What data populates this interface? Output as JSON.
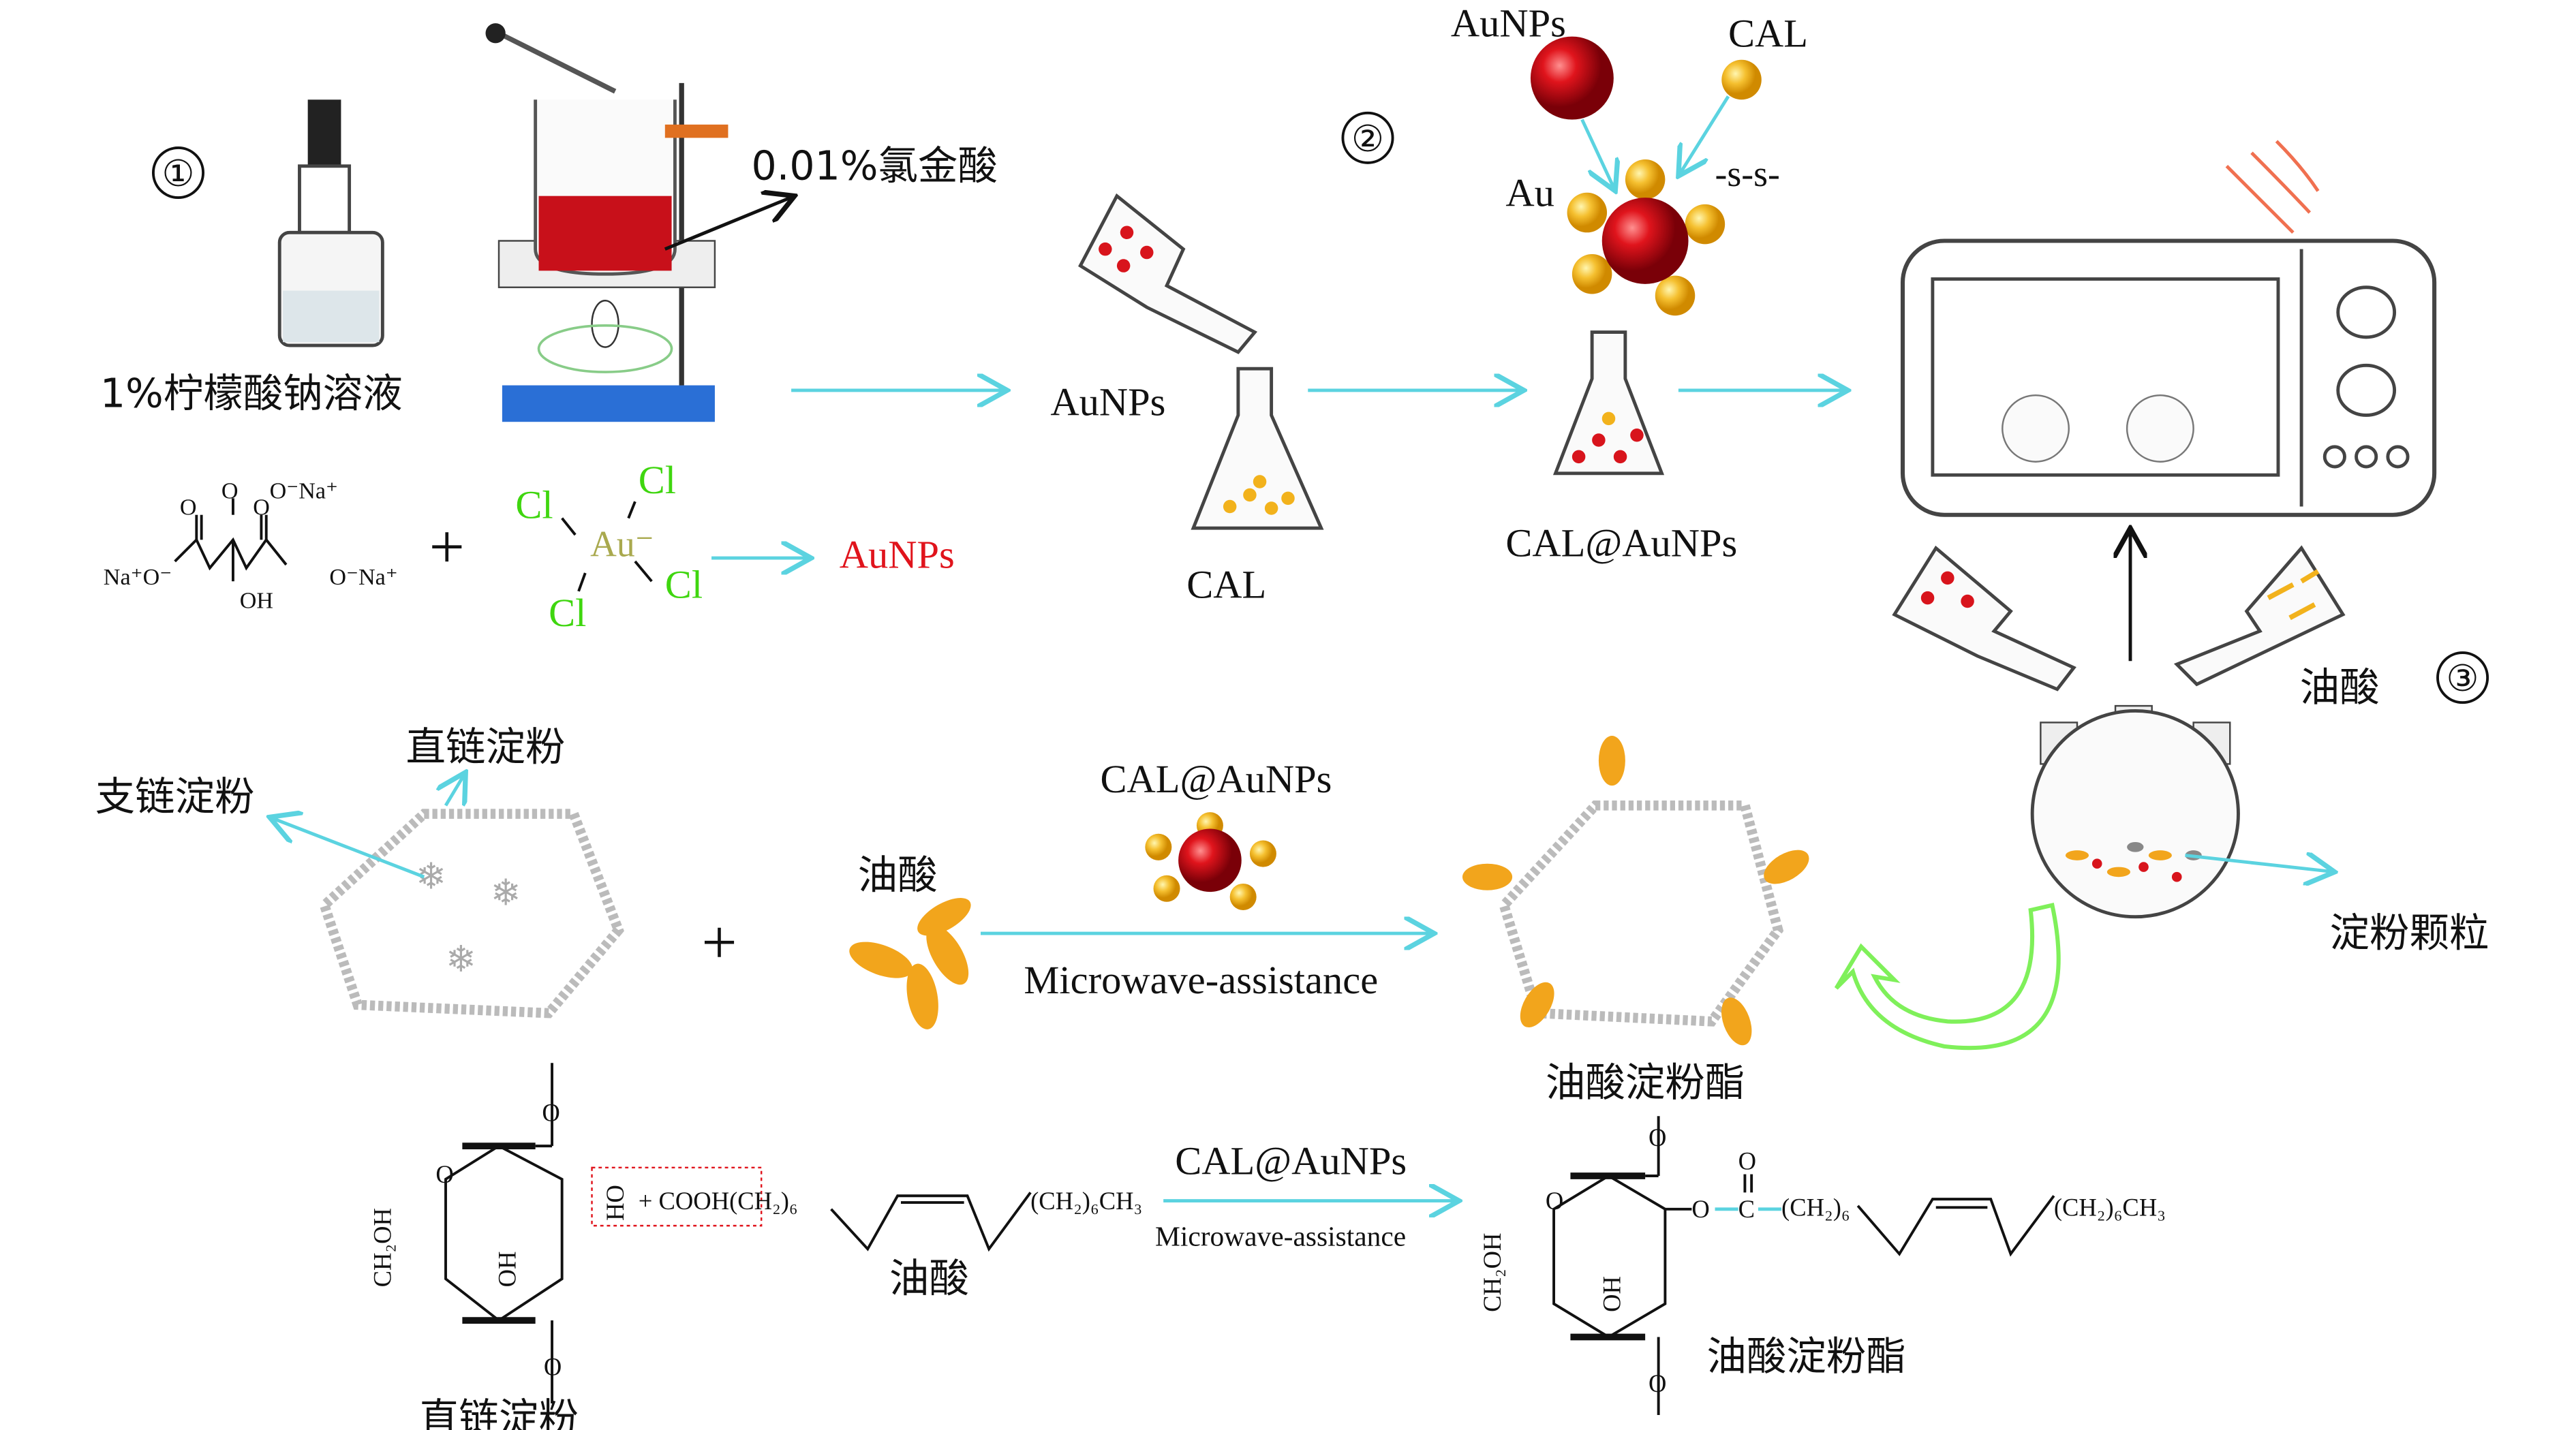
{
  "colors": {
    "arrow": "#5bd3e0",
    "gold": "#f2b21c",
    "red_particle": "#d8141c",
    "chlorine": "#3fd60f",
    "gold_ion": "#a9a94e",
    "aunps_label": "#e0141c",
    "highlight_box": "#e0141c",
    "recycle_arrow": "#7ff05a",
    "microwave_waves": "#f07050",
    "flame_base": "#2a6fd6"
  },
  "step1": {
    "number": "①",
    "citrate_label": "1%柠檬酸钠溶液",
    "haucl4_label": "0.01%氯金酸",
    "citrate": {
      "na1": "Na⁺O⁻",
      "na2": "O⁻Na⁺",
      "na3": "O⁻Na⁺",
      "o1": "O",
      "o2": "O",
      "o3": "O",
      "oh": "OH"
    },
    "plus": "+",
    "aucl4": {
      "au": "Au⁻",
      "cl": "Cl"
    },
    "product": "AuNPs"
  },
  "step2": {
    "number": "②",
    "aunps_label": "AuNPs",
    "cal_top": "CAL",
    "au_label": "Au",
    "ss_label": "-s-s-",
    "flask_aunps": "AuNPs",
    "flask_cal": "CAL",
    "product": "CAL@AuNPs"
  },
  "step3": {
    "number": "③",
    "oleic_acid": "油酸",
    "starch_granules": "淀粉颗粒"
  },
  "middle": {
    "amylopectin": "支链淀粉",
    "amylose": "直链淀粉",
    "plus": "+",
    "oleic_acid": "油酸",
    "catalyst": "CAL@AuNPs",
    "condition": "Microwave-assistance",
    "product": "油酸淀粉酯"
  },
  "reaction": {
    "ch2oh": "CH₂OH",
    "oh": "OH",
    "ho": "HO",
    "o": "O",
    "c": "C",
    "reagent": "+ COOH(CH₂)₆",
    "tail": "(CH₂)₆CH₃",
    "ch2_6": "(CH₂)₆",
    "oleic_acid": "油酸",
    "amylose": "直链淀粉",
    "catalyst": "CAL@AuNPs",
    "condition": "Microwave-assistance",
    "product": "油酸淀粉酯"
  }
}
